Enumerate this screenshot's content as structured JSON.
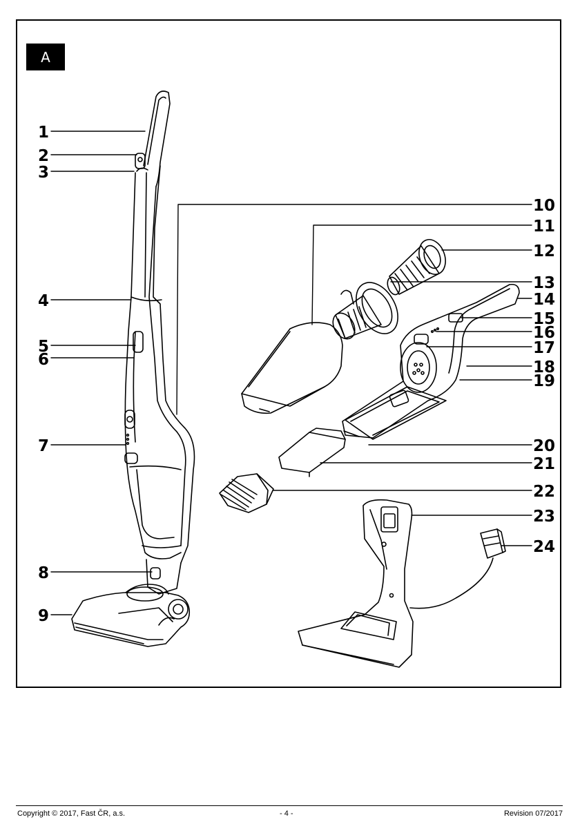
{
  "figure": {
    "tag": "A",
    "callouts": [
      "1",
      "2",
      "3",
      "4",
      "5",
      "6",
      "7",
      "8",
      "9",
      "10",
      "11",
      "12",
      "13",
      "14",
      "15",
      "16",
      "17",
      "18",
      "19",
      "20",
      "21",
      "22",
      "23",
      "24"
    ]
  },
  "footer": {
    "copyright": "Copyright © 2017, Fast ČR, a.s.",
    "page": "- 4 -",
    "revision": "Revision 07/2017"
  }
}
